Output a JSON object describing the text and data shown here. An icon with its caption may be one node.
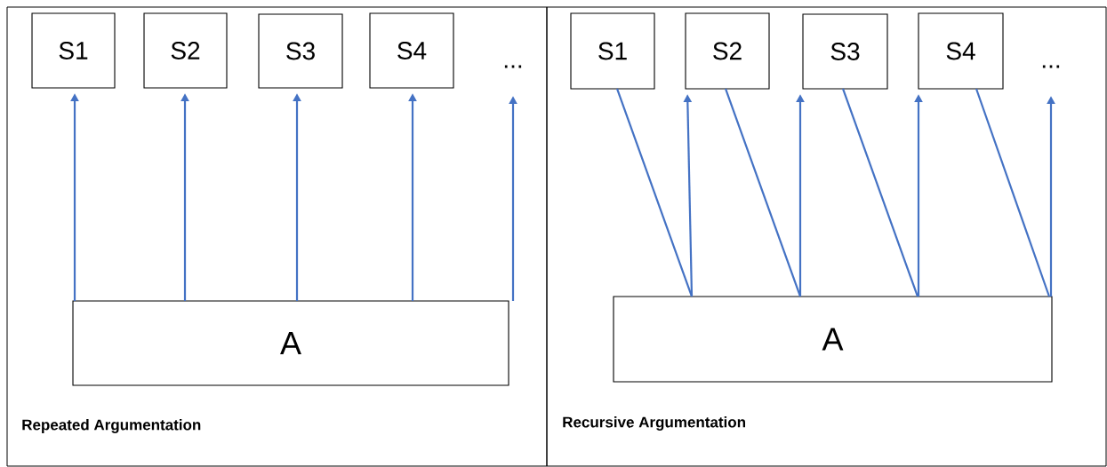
{
  "diagram": {
    "nodes": [
      {
        "text": [
          "Repeated Argumentation"
        ]
      },
      {
        "text": [
          "S1"
        ],
        "in": 0
      },
      {
        "text": [
          "S2"
        ],
        "in": 0
      },
      {
        "text": [
          "S3"
        ],
        "in": 0
      },
      {
        "text": [
          "S4"
        ],
        "in": 0
      },
      {
        "text": [
          "..."
        ],
        "in": 0
      },
      {
        "text": [
          "A"
        ],
        "in": 0
      },
      {
        "text": [
          "Recursive Argumentation"
        ]
      },
      {
        "text": [
          "S1"
        ],
        "in": 7
      },
      {
        "text": [
          "S2"
        ],
        "in": 7
      },
      {
        "text": [
          "S3"
        ],
        "in": 7
      },
      {
        "text": [
          "S4"
        ],
        "in": 7
      },
      {
        "text": [
          "..."
        ],
        "in": 7
      },
      {
        "text": [
          "A"
        ],
        "in": 7
      }
    ],
    "edges": [
      {
        "from": 6,
        "to": 1,
        "arrow": "to"
      },
      {
        "from": 6,
        "to": 2,
        "arrow": "to"
      },
      {
        "from": 6,
        "to": 3,
        "arrow": "to"
      },
      {
        "from": 6,
        "to": 4,
        "arrow": "to"
      },
      {
        "from": 6,
        "to": 5,
        "arrow": "to"
      },
      {
        "from": 8,
        "to": 13,
        "arrow": "none"
      },
      {
        "from": 13,
        "to": 9,
        "arrow": "to"
      },
      {
        "from": 9,
        "to": 13,
        "arrow": "none"
      },
      {
        "from": 13,
        "to": 10,
        "arrow": "to"
      },
      {
        "from": 10,
        "to": 13,
        "arrow": "none"
      },
      {
        "from": 13,
        "to": 11,
        "arrow": "to"
      },
      {
        "from": 11,
        "to": 13,
        "arrow": "none"
      },
      {
        "from": 13,
        "to": 12,
        "arrow": "to"
      }
    ]
  }
}
